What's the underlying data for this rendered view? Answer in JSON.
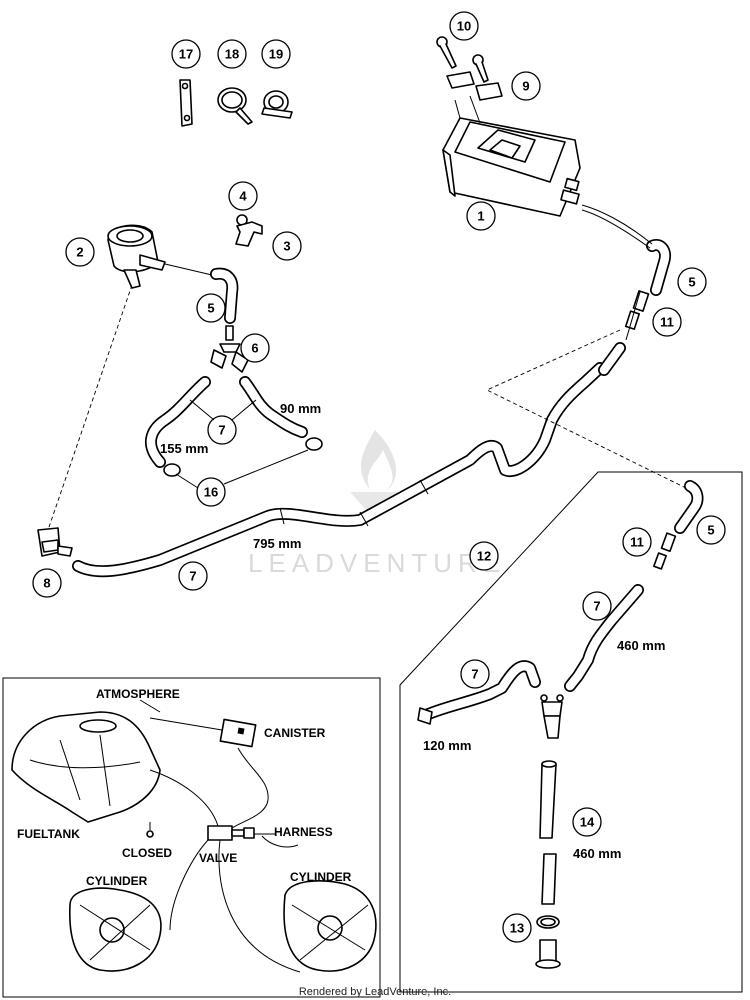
{
  "callouts": {
    "c1": "1",
    "c2": "2",
    "c3": "3",
    "c4": "4",
    "c5a": "5",
    "c5b": "5",
    "c5c": "5",
    "c6": "6",
    "c7a": "7",
    "c7b": "7",
    "c7c": "7",
    "c7d": "7",
    "c8": "8",
    "c9": "9",
    "c10": "10",
    "c11a": "11",
    "c11b": "11",
    "c12": "12",
    "c13": "13",
    "c14": "14",
    "c16": "16",
    "c17": "17",
    "c18": "18",
    "c19": "19"
  },
  "dimensions": {
    "d90": "90 mm",
    "d155": "155 mm",
    "d795": "795 mm",
    "d460a": "460 mm",
    "d120": "120 mm",
    "d460b": "460 mm"
  },
  "inset": {
    "atmosphere": "ATMOSPHERE",
    "canister": "CANISTER",
    "fueltank": "FUELTANK",
    "closed": "CLOSED",
    "harness": "HARNESS",
    "valve": "VALVE",
    "cylinder_left": "CYLINDER",
    "cylinder_right": "CYLINDER"
  },
  "watermark": "LEADVENTURE",
  "credit": "Rendered by LeadVenture, Inc."
}
